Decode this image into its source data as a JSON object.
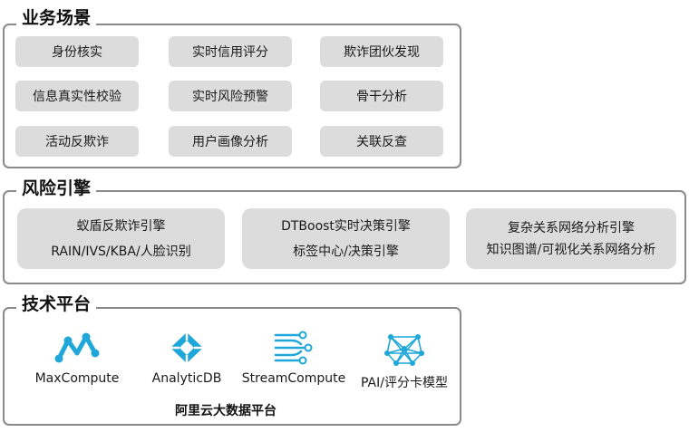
{
  "sections": {
    "business": {
      "title": "业务场景",
      "items": [
        "身份核实",
        "实时信用评分",
        "欺诈团伙发现",
        "信息真实性校验",
        "实时风险预警",
        "骨干分析",
        "活动反欺诈",
        "用户画像分析",
        "关联反查"
      ]
    },
    "risk": {
      "title": "风险引擎",
      "items": [
        {
          "line1": "蚁盾反欺诈引擎",
          "line2": "RAIN/IVS/KBA/人脸识别"
        },
        {
          "line1": "DTBoost实时决策引擎",
          "line2": "标签中心/决策引擎"
        },
        {
          "line1": "复杂关系网络分析引擎",
          "line2": "知识图谱/可视化关系网络分析"
        }
      ]
    },
    "tech": {
      "title": "技术平台",
      "items": [
        {
          "label": "MaxCompute",
          "icon": "maxcompute-icon"
        },
        {
          "label": "AnalyticDB",
          "icon": "analyticdb-icon"
        },
        {
          "label": "StreamCompute",
          "icon": "streamcompute-icon"
        },
        {
          "label": "PAI/评分卡模型",
          "icon": "pai-network-icon"
        }
      ],
      "platform": "阿里云大数据平台"
    }
  },
  "colors": {
    "accent": "#1ea7d8",
    "pill": "#dcdcdc",
    "border": "#8a8a8a"
  }
}
